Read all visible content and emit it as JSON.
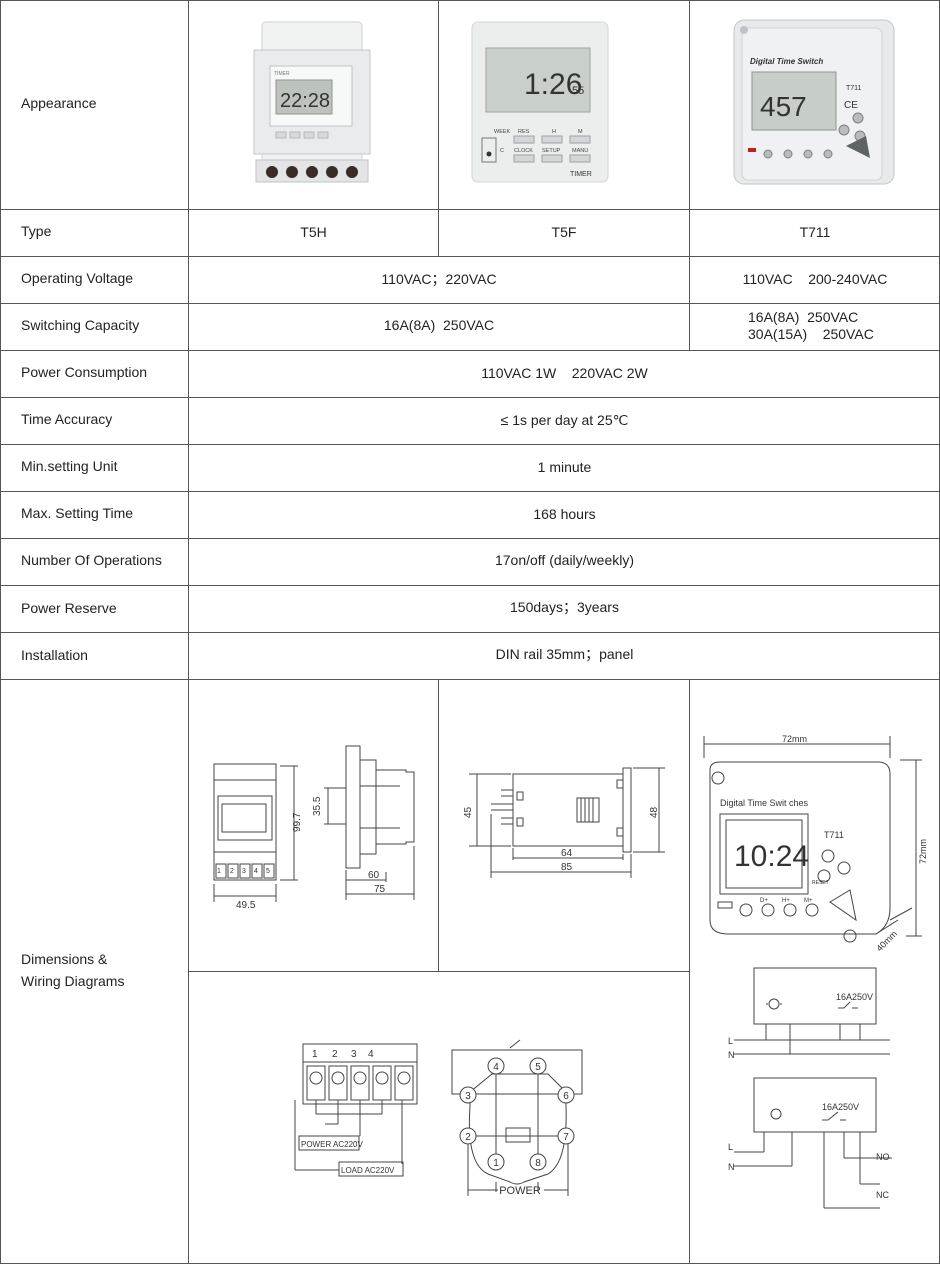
{
  "rows": {
    "appearance": {
      "label": "Appearance"
    },
    "type": {
      "label": "Type",
      "t5h": "T5H",
      "t5f": "T5F",
      "t711": "T711"
    },
    "voltage": {
      "label": "Operating Voltage",
      "t5": "110VAC；220VAC",
      "t711": "110VAC    200-240VAC"
    },
    "capacity": {
      "label": "Switching Capacity",
      "t5": "16A(8A)  250VAC",
      "t711_line1": "16A(8A)  250VAC",
      "t711_line2": "30A(15A)    250VAC"
    },
    "power": {
      "label": "Power Consumption",
      "value": "110VAC 1W    220VAC 2W"
    },
    "accuracy": {
      "label": "Time Accuracy",
      "value": "≤ 1s per day at 25℃"
    },
    "min_unit": {
      "label": "Min.setting Unit",
      "value": "1 minute"
    },
    "max_time": {
      "label": "Max. Setting Time",
      "value": "168 hours"
    },
    "operations": {
      "label": "Number Of Operations",
      "value": "17on/off (daily/weekly)"
    },
    "reserve": {
      "label": "Power Reserve",
      "value": "150days；3years"
    },
    "installation": {
      "label": "Installation",
      "value": "DIN rail 35mm；panel"
    },
    "dimensions": {
      "label_line1": "Dimensions  &",
      "label_line2": "Wiring Diagrams"
    }
  },
  "devices": {
    "t5h": {
      "display": "22:28",
      "panel": "TIMER"
    },
    "t5f": {
      "display": "1:26",
      "seconds": "55",
      "row1": [
        "WEEK",
        "RES",
        "H",
        "M"
      ],
      "row2": [
        "C",
        "CLOCK",
        "SETUP",
        "MANU"
      ],
      "brand": "TIMER"
    },
    "t711": {
      "title": "Digital Time Switch",
      "model": "T711",
      "display": "457",
      "ce": "CE"
    }
  },
  "drawings": {
    "t5h": {
      "height": "99.7",
      "rail": "35.5",
      "width": "49.5",
      "depth_a": "60",
      "depth_b": "75",
      "terminals": [
        "1",
        "2",
        "3",
        "4",
        "5"
      ]
    },
    "t5f": {
      "height_a": "45",
      "height_b": "48",
      "depth_a": "64",
      "depth_b": "85"
    },
    "t711": {
      "width": "72mm",
      "height": "72mm",
      "depth": "40mm",
      "title": "Digital Time Swit ches",
      "model": "T711",
      "display": "10:24",
      "buttons": [
        "D+",
        "H+",
        "M+"
      ],
      "reset": "RESET"
    },
    "wiring_t5h": {
      "terminals": [
        "1",
        "2",
        "3",
        "4"
      ],
      "power": "POWER AC220V",
      "load": "LOAD AC220V"
    },
    "wiring_t5f": {
      "pins": [
        "1",
        "2",
        "3",
        "4",
        "5",
        "6",
        "7",
        "8"
      ],
      "power": "POWER"
    },
    "wiring_t711": {
      "rating": "16A250V",
      "L": "L",
      "N": "N",
      "NO": "NO",
      "NC": "NC"
    }
  }
}
